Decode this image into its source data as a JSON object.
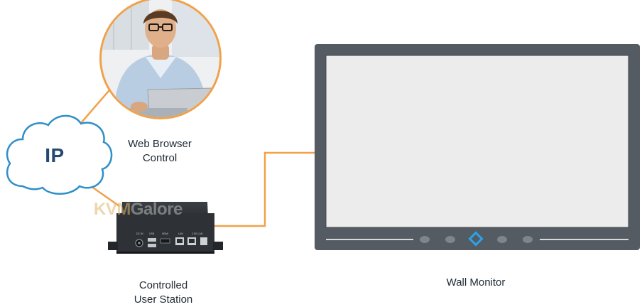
{
  "colors": {
    "connector": "#f0a24a",
    "cloud_stroke": "#2f8fc8",
    "ip_text": "#244a73",
    "monitor_frame": "#545b62",
    "screen": "#ececec",
    "indicator": "#2aa3e8"
  },
  "nodes": {
    "ip_cloud": {
      "label": "IP"
    },
    "web_browser": {
      "label_line1": "Web Browser",
      "label_line2": "Control"
    },
    "user_station": {
      "label_line1": "Controlled",
      "label_line2": "User Station"
    },
    "wall_monitor": {
      "label": "Wall Monitor"
    }
  },
  "watermark": {
    "part1": "KVM",
    "part2": "Galore"
  },
  "icons": {
    "cloud": "cloud-icon",
    "user_photo": "person-with-laptop-icon",
    "station": "computer-box-icon",
    "monitor": "monitor-icon"
  }
}
